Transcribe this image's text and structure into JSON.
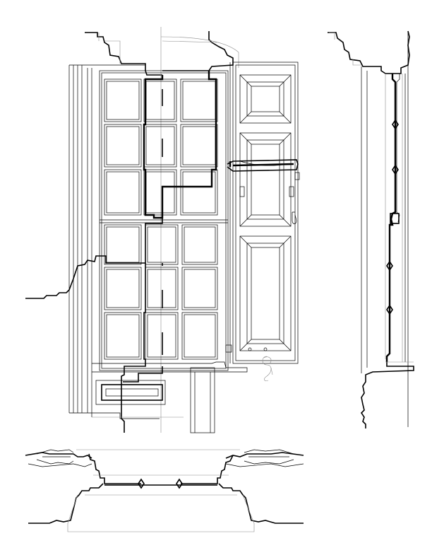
{
  "drawing": {
    "subject": "window-with-folding-shutters",
    "views": [
      {
        "id": "elevation",
        "name": "elevation-half-section"
      },
      {
        "id": "vertical-section",
        "name": "vertical-section"
      },
      {
        "id": "plan",
        "name": "plan-section"
      }
    ],
    "sash_grid": {
      "columns": 3,
      "upper_rows": 3,
      "lower_rows": 3
    },
    "shutter_panels": 3,
    "colors": {
      "line": "#000000",
      "construction": "#8c8c8c",
      "faint": "#b4b4b4",
      "paper": "#ffffff"
    }
  }
}
